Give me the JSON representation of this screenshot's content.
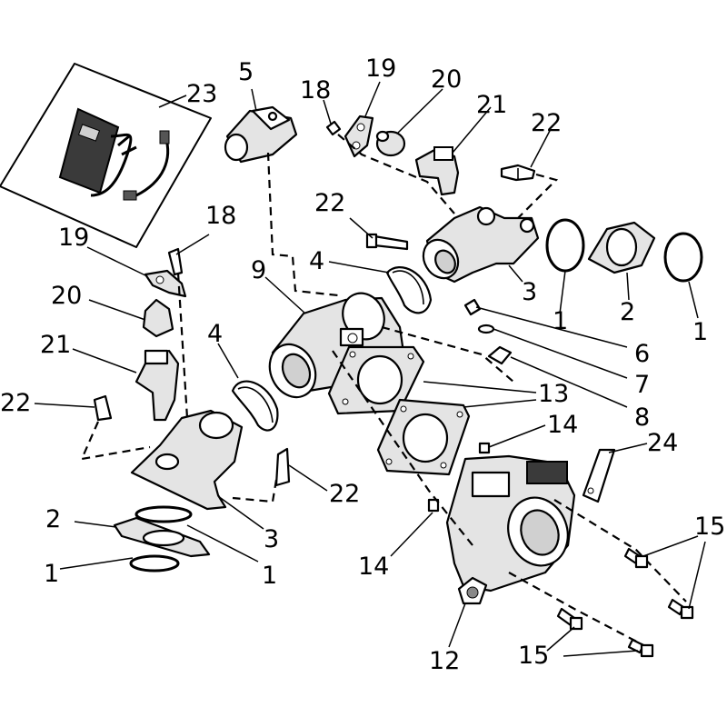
{
  "callouts": [
    {
      "id": "c23",
      "text": "23"
    },
    {
      "id": "c5",
      "text": "5"
    },
    {
      "id": "c19a",
      "text": "19"
    },
    {
      "id": "c18a",
      "text": "18"
    },
    {
      "id": "c20a",
      "text": "20"
    },
    {
      "id": "c21a",
      "text": "21"
    },
    {
      "id": "c22a",
      "text": "22"
    },
    {
      "id": "c22b",
      "text": "22"
    },
    {
      "id": "c18b",
      "text": "18"
    },
    {
      "id": "c19b",
      "text": "19"
    },
    {
      "id": "c20b",
      "text": "20"
    },
    {
      "id": "c21b",
      "text": "21"
    },
    {
      "id": "c22c",
      "text": "22"
    },
    {
      "id": "c9",
      "text": "9"
    },
    {
      "id": "c4a",
      "text": "4"
    },
    {
      "id": "c4b",
      "text": "4"
    },
    {
      "id": "c3a",
      "text": "3"
    },
    {
      "id": "c3b",
      "text": "3"
    },
    {
      "id": "c1a",
      "text": "1"
    },
    {
      "id": "c2a",
      "text": "2"
    },
    {
      "id": "c1b",
      "text": "1"
    },
    {
      "id": "c6",
      "text": "6"
    },
    {
      "id": "c7",
      "text": "7"
    },
    {
      "id": "c8",
      "text": "8"
    },
    {
      "id": "c13",
      "text": "13"
    },
    {
      "id": "c14a",
      "text": "14"
    },
    {
      "id": "c14b",
      "text": "14"
    },
    {
      "id": "c24",
      "text": "24"
    },
    {
      "id": "c22d",
      "text": "22"
    },
    {
      "id": "c2b",
      "text": "2"
    },
    {
      "id": "c1c",
      "text": "1"
    },
    {
      "id": "c1d",
      "text": "1"
    },
    {
      "id": "c15a",
      "text": "15"
    },
    {
      "id": "c15b",
      "text": "15"
    },
    {
      "id": "c12",
      "text": "12"
    }
  ]
}
